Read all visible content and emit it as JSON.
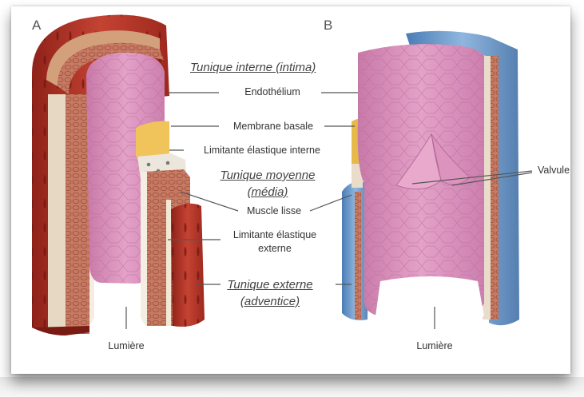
{
  "panels": {
    "a": "A",
    "b": "B"
  },
  "layers": {
    "intima": "Tunique interne (intima)",
    "media_line1": "Tunique moyenne",
    "media_line2": "(média)",
    "adventitia_line1": "Tunique externe",
    "adventitia_line2": "(adventice)"
  },
  "labels": {
    "endothelium": "Endothélium",
    "basement_membrane": "Membrane basale",
    "internal_elastic": "Limitante élastique interne",
    "smooth_muscle": "Muscle lisse",
    "external_elastic_line1": "Limitante élastique",
    "external_elastic_line2": "externe",
    "valve": "Valvule",
    "lumen_a": "Lumière",
    "lumen_b": "Lumière"
  },
  "colors": {
    "artery_adventitia": "#b8372b",
    "vein_adventitia": "#6f9fd0",
    "muscle": "#c47560",
    "endothelium": "#d98ab8",
    "basement": "#e6b84a",
    "callout": "#555555"
  }
}
